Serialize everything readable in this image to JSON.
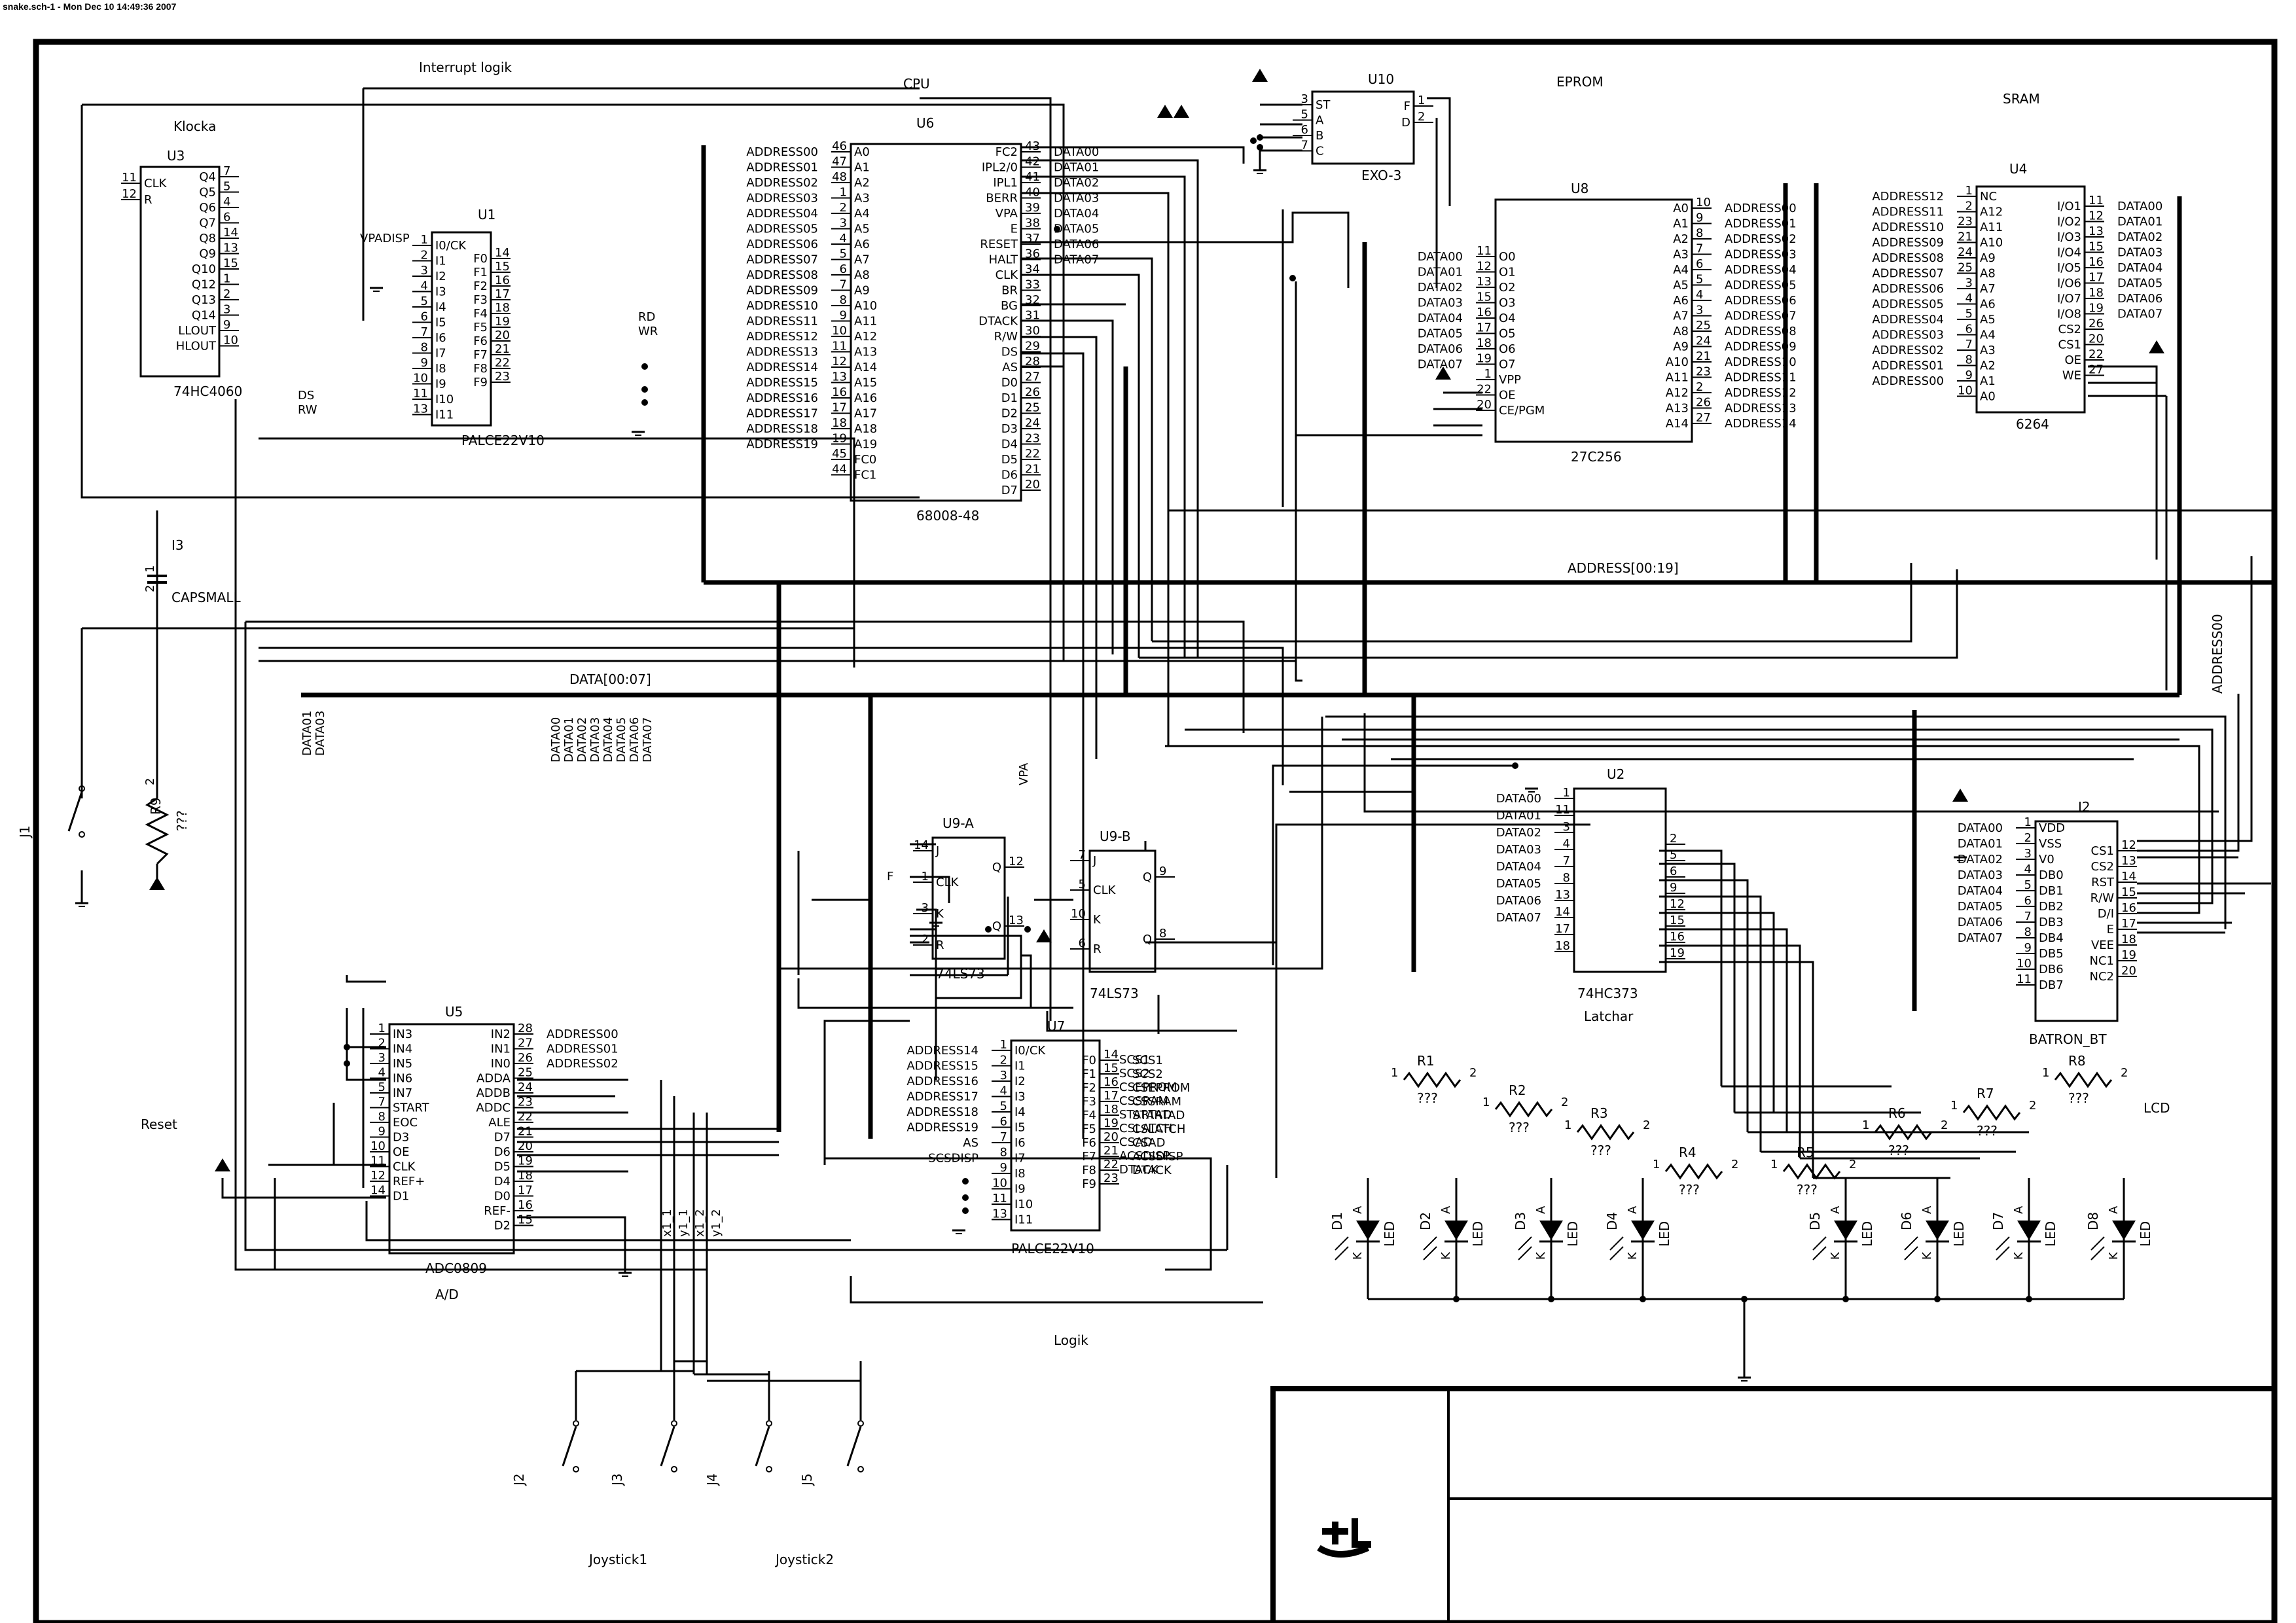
{
  "header": "snake.sch-1 - Mon Dec 10 14:49:36 2007",
  "sections": {
    "interrupt": "Interrupt logik",
    "clock": "Klocka",
    "cpu": "CPU",
    "eprom": "EPROM",
    "sram": "SRAM",
    "logic": "Logik",
    "lcd": "LCD",
    "reset": "Reset",
    "latch": "Latchar",
    "ad": "A/D",
    "joystick1": "Joystick1",
    "joystick2": "Joystick2"
  },
  "buses": {
    "address": "ADDRESS[00:19]",
    "data": "DATA[00:07]",
    "address00": "ADDRESS00"
  },
  "chips": {
    "u3": {
      "ref": "U3",
      "part": "74HC4060",
      "left": [
        [
          "11",
          "CLK"
        ],
        [
          "12",
          "R"
        ]
      ],
      "right": [
        [
          "7",
          "Q4"
        ],
        [
          "5",
          "Q5"
        ],
        [
          "4",
          "Q6"
        ],
        [
          "6",
          "Q7"
        ],
        [
          "14",
          "Q8"
        ],
        [
          "13",
          "Q9"
        ],
        [
          "15",
          "Q10"
        ],
        [
          "1",
          "Q12"
        ],
        [
          "2",
          "Q13"
        ],
        [
          "3",
          "Q14"
        ],
        [
          "9",
          "LLOUT"
        ],
        [
          "10",
          "HLOUT"
        ]
      ]
    },
    "u1": {
      "ref": "U1",
      "part": "PALCE22V10",
      "left": [
        [
          "1",
          "I0/CK"
        ],
        [
          "2",
          "I1"
        ],
        [
          "3",
          "I2"
        ],
        [
          "4",
          "I3"
        ],
        [
          "5",
          "I4"
        ],
        [
          "6",
          "I5"
        ],
        [
          "7",
          "I6"
        ],
        [
          "8",
          "I7"
        ],
        [
          "9",
          "I8"
        ],
        [
          "10",
          "I9"
        ],
        [
          "11",
          "I10"
        ],
        [
          "13",
          "I11"
        ]
      ],
      "right": [
        [
          "14",
          "F0"
        ],
        [
          "15",
          "F1"
        ],
        [
          "16",
          "F2"
        ],
        [
          "17",
          "F3"
        ],
        [
          "18",
          "F4"
        ],
        [
          "19",
          "F5"
        ],
        [
          "20",
          "F6"
        ],
        [
          "21",
          "F7"
        ],
        [
          "22",
          "F8"
        ],
        [
          "23",
          "F9"
        ]
      ],
      "netlabels": [
        "VPADISP",
        "RD",
        "WR",
        "DS",
        "RW"
      ]
    },
    "u6": {
      "ref": "U6",
      "part": "68008-48",
      "left": [
        [
          "46",
          "A0"
        ],
        [
          "47",
          "A1"
        ],
        [
          "48",
          "A2"
        ],
        [
          "1",
          "A3"
        ],
        [
          "2",
          "A4"
        ],
        [
          "3",
          "A5"
        ],
        [
          "4",
          "A6"
        ],
        [
          "5",
          "A7"
        ],
        [
          "6",
          "A8"
        ],
        [
          "7",
          "A9"
        ],
        [
          "8",
          "A10"
        ],
        [
          "9",
          "A11"
        ],
        [
          "10",
          "A12"
        ],
        [
          "11",
          "A13"
        ],
        [
          "12",
          "A14"
        ],
        [
          "13",
          "A15"
        ],
        [
          "16",
          "A16"
        ],
        [
          "17",
          "A17"
        ],
        [
          "18",
          "A18"
        ],
        [
          "19",
          "A19"
        ],
        [
          "45",
          "FC0"
        ],
        [
          "44",
          "FC1"
        ]
      ],
      "right": [
        [
          "43",
          "FC2"
        ],
        [
          "42",
          "IPL2/0"
        ],
        [
          "41",
          "IPL1"
        ],
        [
          "40",
          "BERR"
        ],
        [
          "39",
          "VPA"
        ],
        [
          "38",
          "E"
        ],
        [
          "37",
          "RESET"
        ],
        [
          "36",
          "HALT"
        ],
        [
          "34",
          "CLK"
        ],
        [
          "33",
          "BR"
        ],
        [
          "32",
          "BG"
        ],
        [
          "31",
          "DTACK"
        ],
        [
          "30",
          "R/W"
        ],
        [
          "29",
          "DS"
        ],
        [
          "28",
          "AS"
        ],
        [
          "27",
          "D0"
        ],
        [
          "26",
          "D1"
        ],
        [
          "25",
          "D2"
        ],
        [
          "24",
          "D3"
        ],
        [
          "23",
          "D4"
        ],
        [
          "22",
          "D5"
        ],
        [
          "21",
          "D6"
        ],
        [
          "20",
          "D7"
        ]
      ],
      "leftnets": [
        "ADDRESS00",
        "ADDRESS01",
        "ADDRESS02",
        "ADDRESS03",
        "ADDRESS04",
        "ADDRESS05",
        "ADDRESS06",
        "ADDRESS07",
        "ADDRESS08",
        "ADDRESS09",
        "ADDRESS10",
        "ADDRESS11",
        "ADDRESS12",
        "ADDRESS13",
        "ADDRESS14",
        "ADDRESS15",
        "ADDRESS16",
        "ADDRESS17",
        "ADDRESS18",
        "ADDRESS19"
      ],
      "rightnets": [
        "DATA00",
        "DATA01",
        "DATA02",
        "DATA03",
        "DATA04",
        "DATA05",
        "DATA06",
        "DATA07"
      ]
    },
    "u10": {
      "ref": "U10",
      "part": "EXO-3",
      "left": [
        [
          "3",
          "ST"
        ],
        [
          "5",
          "A"
        ],
        [
          "6",
          "B"
        ],
        [
          "7",
          "C"
        ]
      ],
      "right": [
        [
          "1",
          "F"
        ],
        [
          "2",
          "D"
        ]
      ]
    },
    "u8": {
      "ref": "U8",
      "part": "27C256",
      "left": [
        [
          "11",
          "O0"
        ],
        [
          "12",
          "O1"
        ],
        [
          "13",
          "O2"
        ],
        [
          "15",
          "O3"
        ],
        [
          "16",
          "O4"
        ],
        [
          "17",
          "O5"
        ],
        [
          "18",
          "O6"
        ],
        [
          "19",
          "O7"
        ],
        [
          "1",
          "VPP"
        ],
        [
          "22",
          "OE"
        ],
        [
          "20",
          "CE/PGM"
        ]
      ],
      "right": [
        [
          "10",
          "A0"
        ],
        [
          "9",
          "A1"
        ],
        [
          "8",
          "A2"
        ],
        [
          "7",
          "A3"
        ],
        [
          "6",
          "A4"
        ],
        [
          "5",
          "A5"
        ],
        [
          "4",
          "A6"
        ],
        [
          "3",
          "A7"
        ],
        [
          "25",
          "A8"
        ],
        [
          "24",
          "A9"
        ],
        [
          "21",
          "A10"
        ],
        [
          "23",
          "A11"
        ],
        [
          "2",
          "A12"
        ],
        [
          "26",
          "A13"
        ],
        [
          "27",
          "A14"
        ]
      ],
      "leftnets": [
        "DATA00",
        "DATA01",
        "DATA02",
        "DATA03",
        "DATA04",
        "DATA05",
        "DATA06",
        "DATA07"
      ],
      "rightnets": [
        "ADDRESS00",
        "ADDRESS01",
        "ADDRESS02",
        "ADDRESS03",
        "ADDRESS04",
        "ADDRESS05",
        "ADDRESS06",
        "ADDRESS07",
        "ADDRESS08",
        "ADDRESS09",
        "ADDRESS10",
        "ADDRESS11",
        "ADDRESS12",
        "ADDRESS13",
        "ADDRESS14"
      ]
    },
    "u4": {
      "ref": "U4",
      "part": "6264",
      "left": [
        [
          "1",
          "NC"
        ],
        [
          "2",
          "A12"
        ],
        [
          "23",
          "A11"
        ],
        [
          "21",
          "A10"
        ],
        [
          "24",
          "A9"
        ],
        [
          "25",
          "A8"
        ],
        [
          "3",
          "A7"
        ],
        [
          "4",
          "A6"
        ],
        [
          "5",
          "A5"
        ],
        [
          "6",
          "A4"
        ],
        [
          "7",
          "A3"
        ],
        [
          "8",
          "A2"
        ],
        [
          "9",
          "A1"
        ],
        [
          "10",
          "A0"
        ]
      ],
      "right": [
        [
          "11",
          "I/O1"
        ],
        [
          "12",
          "I/O2"
        ],
        [
          "13",
          "I/O3"
        ],
        [
          "15",
          "I/O4"
        ],
        [
          "16",
          "I/O5"
        ],
        [
          "17",
          "I/O6"
        ],
        [
          "18",
          "I/O7"
        ],
        [
          "19",
          "I/O8"
        ],
        [
          "26",
          "CS2"
        ],
        [
          "20",
          "CS1"
        ],
        [
          "22",
          "OE"
        ],
        [
          "27",
          "WE"
        ]
      ],
      "leftnets": [
        "ADDRESS12",
        "ADDRESS11",
        "ADDRESS10",
        "ADDRESS09",
        "ADDRESS08",
        "ADDRESS07",
        "ADDRESS06",
        "ADDRESS05",
        "ADDRESS04",
        "ADDRESS03",
        "ADDRESS02",
        "ADDRESS01",
        "ADDRESS00"
      ],
      "rightnets": [
        "DATA00",
        "DATA01",
        "DATA02",
        "DATA03",
        "DATA04",
        "DATA05",
        "DATA06",
        "DATA07"
      ]
    },
    "u9a": {
      "ref": "U9-A",
      "part": "74LS73",
      "left": [
        [
          "14",
          "J"
        ],
        [
          "1",
          "CLK"
        ],
        [
          "3",
          "K"
        ],
        [
          "2",
          "R"
        ]
      ],
      "right": [
        [
          "12",
          "Q"
        ],
        [
          "13",
          "Q"
        ]
      ],
      "netlabels": [
        "F",
        "VPA"
      ]
    },
    "u9b": {
      "ref": "U9-B",
      "part": "74LS73",
      "left": [
        [
          "7",
          "J"
        ],
        [
          "5",
          "CLK"
        ],
        [
          "10",
          "K"
        ],
        [
          "6",
          "R"
        ]
      ],
      "right": [
        [
          "9",
          "Q"
        ],
        [
          "8",
          "Q"
        ]
      ]
    },
    "u2": {
      "ref": "U2",
      "part": "74HC373",
      "left": [
        [
          "1",
          ""
        ],
        [
          "11",
          ""
        ],
        [
          "3",
          ""
        ],
        [
          "4",
          ""
        ],
        [
          "7",
          ""
        ],
        [
          "8",
          ""
        ],
        [
          "13",
          ""
        ],
        [
          "14",
          ""
        ],
        [
          "17",
          ""
        ],
        [
          "18",
          ""
        ]
      ],
      "right": [
        [
          "2",
          ""
        ],
        [
          "5",
          ""
        ],
        [
          "6",
          ""
        ],
        [
          "9",
          ""
        ],
        [
          "12",
          ""
        ],
        [
          "15",
          ""
        ],
        [
          "16",
          ""
        ],
        [
          "19",
          ""
        ]
      ],
      "leftnets": [
        "DATA00",
        "DATA01",
        "DATA02",
        "DATA03",
        "DATA04",
        "DATA05",
        "DATA06",
        "DATA07"
      ]
    },
    "i2": {
      "ref": "I2",
      "part": "BATRON_BT",
      "left": [
        [
          "1",
          "VDD"
        ],
        [
          "2",
          "VSS"
        ],
        [
          "3",
          "V0"
        ],
        [
          "4",
          "DB0"
        ],
        [
          "5",
          "DB1"
        ],
        [
          "6",
          "DB2"
        ],
        [
          "7",
          "DB3"
        ],
        [
          "8",
          "DB4"
        ],
        [
          "9",
          "DB5"
        ],
        [
          "10",
          "DB6"
        ],
        [
          "11",
          "DB7"
        ]
      ],
      "right": [
        [
          "12",
          "CS1"
        ],
        [
          "13",
          "CS2"
        ],
        [
          "14",
          "RST"
        ],
        [
          "15",
          "R/W"
        ],
        [
          "16",
          "D/I"
        ],
        [
          "17",
          "E"
        ],
        [
          "18",
          "VEE"
        ],
        [
          "19",
          "NC1"
        ],
        [
          "20",
          "NC2"
        ]
      ],
      "leftnets": [
        "DATA00",
        "DATA01",
        "DATA02",
        "DATA03",
        "DATA04",
        "DATA05",
        "DATA06",
        "DATA07"
      ]
    },
    "u5": {
      "ref": "U5",
      "part": "ADC0809",
      "left": [
        [
          "1",
          "IN3"
        ],
        [
          "2",
          "IN4"
        ],
        [
          "3",
          "IN5"
        ],
        [
          "4",
          "IN6"
        ],
        [
          "5",
          "IN7"
        ],
        [
          "7",
          "START"
        ],
        [
          "8",
          "EOC"
        ],
        [
          "9",
          "D3"
        ],
        [
          "10",
          "OE"
        ],
        [
          "11",
          "CLK"
        ],
        [
          "12",
          "REF+"
        ],
        [
          "14",
          "D1"
        ]
      ],
      "right": [
        [
          "28",
          "IN2"
        ],
        [
          "27",
          "IN1"
        ],
        [
          "26",
          "IN0"
        ],
        [
          "25",
          "ADDA"
        ],
        [
          "24",
          "ADDB"
        ],
        [
          "23",
          "ADDC"
        ],
        [
          "22",
          "ALE"
        ],
        [
          "21",
          "D7"
        ],
        [
          "20",
          "D6"
        ],
        [
          "19",
          "D5"
        ],
        [
          "18",
          "D4"
        ],
        [
          "17",
          "D0"
        ],
        [
          "16",
          "REF-"
        ],
        [
          "15",
          "D2"
        ]
      ],
      "rightnets": [
        "ADDRESS00",
        "ADDRESS01",
        "ADDRESS02"
      ],
      "joy": [
        "x1_1",
        "y1_1",
        "x1_2",
        "y1_2"
      ]
    },
    "u7": {
      "ref": "U7",
      "part": "PALCE22V10",
      "left": [
        [
          "1",
          "I0/CK"
        ],
        [
          "2",
          "I1"
        ],
        [
          "3",
          "I2"
        ],
        [
          "4",
          "I3"
        ],
        [
          "5",
          "I4"
        ],
        [
          "6",
          "I5"
        ],
        [
          "7",
          "I6"
        ],
        [
          "8",
          "I7"
        ],
        [
          "9",
          "I8"
        ],
        [
          "10",
          "I9"
        ],
        [
          "11",
          "I10"
        ],
        [
          "13",
          "I11"
        ]
      ],
      "right": [
        [
          "14",
          "F0"
        ],
        [
          "15",
          "F1"
        ],
        [
          "16",
          "F2"
        ],
        [
          "17",
          "F3"
        ],
        [
          "18",
          "F4"
        ],
        [
          "19",
          "F5"
        ],
        [
          "20",
          "F6"
        ],
        [
          "21",
          "F7"
        ],
        [
          "22",
          "F8"
        ],
        [
          "23",
          "F9"
        ]
      ],
      "leftnets": [
        "ADDRESS14",
        "ADDRESS15",
        "ADDRESS16",
        "ADDRESS17",
        "ADDRESS18",
        "ADDRESS19",
        "AS",
        "SCSDISP"
      ],
      "rightnets": [
        "SCS1",
        "SCS2",
        "CSEPROM",
        "CSSRAM",
        "STARTAD",
        "CSLATCH",
        "CSAD",
        "ACSDISP",
        "DTACK"
      ]
    }
  },
  "passives": {
    "r9": {
      "ref": "R9",
      "value": "???",
      "pin": "2"
    },
    "i3": {
      "ref": "I3",
      "part": "CAPSMALL",
      "pins": [
        "1",
        "2"
      ]
    },
    "switches": [
      "J1",
      "J2",
      "J3",
      "J4",
      "J5"
    ],
    "resistors": [
      {
        "ref": "R1",
        "value": "???"
      },
      {
        "ref": "R2",
        "value": "???"
      },
      {
        "ref": "R3",
        "value": "???"
      },
      {
        "ref": "R4",
        "value": "???"
      },
      {
        "ref": "R5",
        "value": "???"
      },
      {
        "ref": "R6",
        "value": "???"
      },
      {
        "ref": "R7",
        "value": "???"
      },
      {
        "ref": "R8",
        "value": "???"
      }
    ],
    "leds": [
      "D1",
      "D2",
      "D3",
      "D4",
      "D5",
      "D6",
      "D7",
      "D8"
    ],
    "led_label": "LED",
    "anode": "A",
    "cathode": "K"
  },
  "data_bus_taps": {
    "u1": [
      "DATA01",
      "DATA03"
    ],
    "u5": [
      "DATA00",
      "DATA01",
      "DATA02",
      "DATA03",
      "DATA04",
      "DATA05",
      "DATA06",
      "DATA07"
    ]
  }
}
